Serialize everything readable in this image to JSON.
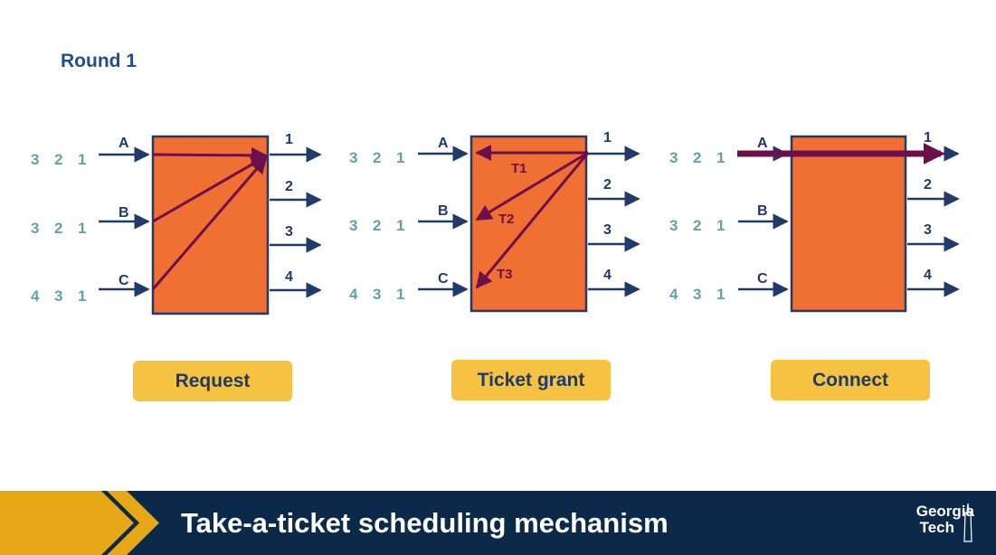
{
  "round_label": "Round 1",
  "panels": [
    {
      "queues": [
        [
          "3",
          "2",
          "1"
        ],
        [
          "3",
          "2",
          "1"
        ],
        [
          "4",
          "3",
          "1"
        ]
      ],
      "inputs": [
        "A",
        "B",
        "C"
      ],
      "outputs": [
        "1",
        "2",
        "3",
        "4"
      ],
      "tickets": [],
      "stage": "Request"
    },
    {
      "queues": [
        [
          "3",
          "2",
          "1"
        ],
        [
          "3",
          "2",
          "1"
        ],
        [
          "4",
          "3",
          "1"
        ]
      ],
      "inputs": [
        "A",
        "B",
        "C"
      ],
      "outputs": [
        "1",
        "2",
        "3",
        "4"
      ],
      "tickets": [
        "T1",
        "T2",
        "T3"
      ],
      "stage": "Ticket grant"
    },
    {
      "queues": [
        [
          "3",
          "2",
          "1"
        ],
        [
          "3",
          "2",
          "1"
        ],
        [
          "4",
          "3",
          "1"
        ]
      ],
      "inputs": [
        "A",
        "B",
        "C"
      ],
      "outputs": [
        "1",
        "2",
        "3",
        "4"
      ],
      "tickets": [],
      "stage": "Connect"
    }
  ],
  "banner": {
    "title": "Take-a-ticket scheduling mechanism",
    "logo_line1": "Georgia",
    "logo_line2": "Tech"
  },
  "colors": {
    "box_fill": "#f07033",
    "box_stroke": "#1f3a6b",
    "arrow": "#1f3a6b",
    "request_arrow": "#6d0f4a",
    "button": "#f5c242",
    "banner": "#0b2a4a",
    "chevron_gold": "#e6a817"
  }
}
